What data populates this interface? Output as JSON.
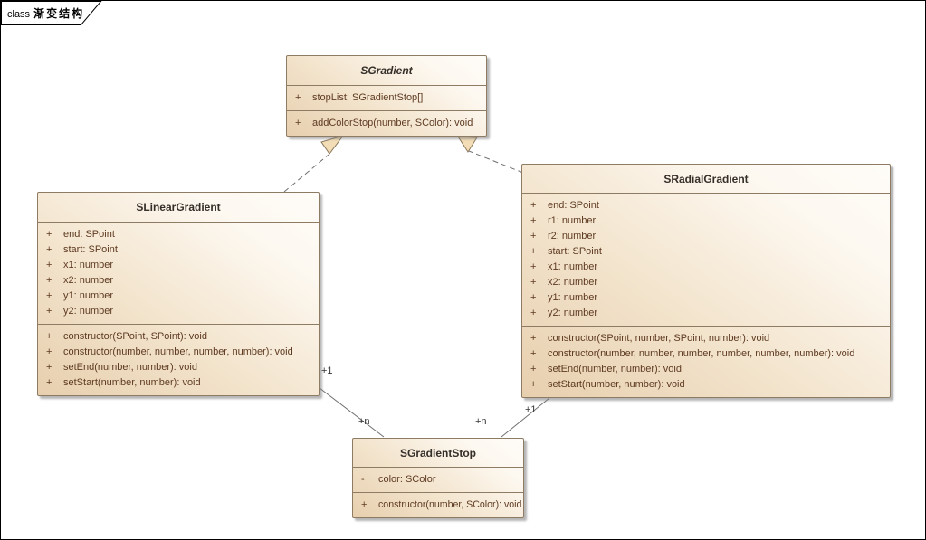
{
  "frame": {
    "keyword": "class",
    "title": "渐变结构"
  },
  "colors": {
    "box_fill_dark": "#e7cfae",
    "box_fill_light": "#fefcf8",
    "box_border": "#8e7b64",
    "member_text": "#5e3a21",
    "title_text": "#352f2a",
    "connector_line": "#6f6f6f",
    "arrowhead_fill": "#f2ddb7",
    "label_text": "#333333"
  },
  "classes": [
    {
      "name": "SGradient",
      "abstract": true,
      "attributes": [
        {
          "vis": "+",
          "text": "stopList: SGradientStop[]"
        }
      ],
      "methods": [
        {
          "vis": "+",
          "text": "addColorStop(number, SColor): void"
        }
      ]
    },
    {
      "name": "SLinearGradient",
      "abstract": false,
      "attributes": [
        {
          "vis": "+",
          "text": "end: SPoint"
        },
        {
          "vis": "+",
          "text": "start: SPoint"
        },
        {
          "vis": "+",
          "text": "x1: number"
        },
        {
          "vis": "+",
          "text": "x2: number"
        },
        {
          "vis": "+",
          "text": "y1: number"
        },
        {
          "vis": "+",
          "text": "y2: number"
        }
      ],
      "methods": [
        {
          "vis": "+",
          "text": "constructor(SPoint, SPoint): void"
        },
        {
          "vis": "+",
          "text": "constructor(number, number, number, number): void"
        },
        {
          "vis": "+",
          "text": "setEnd(number, number): void"
        },
        {
          "vis": "+",
          "text": "setStart(number, number): void"
        }
      ]
    },
    {
      "name": "SRadialGradient",
      "abstract": false,
      "attributes": [
        {
          "vis": "+",
          "text": "end: SPoint"
        },
        {
          "vis": "+",
          "text": "r1: number"
        },
        {
          "vis": "+",
          "text": "r2: number"
        },
        {
          "vis": "+",
          "text": "start: SPoint"
        },
        {
          "vis": "+",
          "text": "x1: number"
        },
        {
          "vis": "+",
          "text": "x2: number"
        },
        {
          "vis": "+",
          "text": "y1: number"
        },
        {
          "vis": "+",
          "text": "y2: number"
        }
      ],
      "methods": [
        {
          "vis": "+",
          "text": "constructor(SPoint, number, SPoint, number): void"
        },
        {
          "vis": "+",
          "text": "constructor(number, number, number, number, number, number): void"
        },
        {
          "vis": "+",
          "text": "setEnd(number, number): void"
        },
        {
          "vis": "+",
          "text": "setStart(number, number): void"
        }
      ]
    },
    {
      "name": "SGradientStop",
      "abstract": false,
      "attributes": [
        {
          "vis": "-",
          "text": "color: SColor"
        }
      ],
      "methods": [
        {
          "vis": "+",
          "text": "constructor(number, SColor): void"
        }
      ]
    }
  ],
  "connectors": {
    "generalizations": [
      {
        "from": "SLinearGradient",
        "to": "SGradient",
        "style": "dashed"
      },
      {
        "from": "SRadialGradient",
        "to": "SGradient",
        "style": "dashed"
      }
    ],
    "associations": [
      {
        "from": "SLinearGradient",
        "to": "SGradientStop",
        "source_label": "+1",
        "target_label": "+n"
      },
      {
        "from": "SRadialGradient",
        "to": "SGradientStop",
        "source_label": "+1",
        "target_label": "+n"
      }
    ]
  }
}
